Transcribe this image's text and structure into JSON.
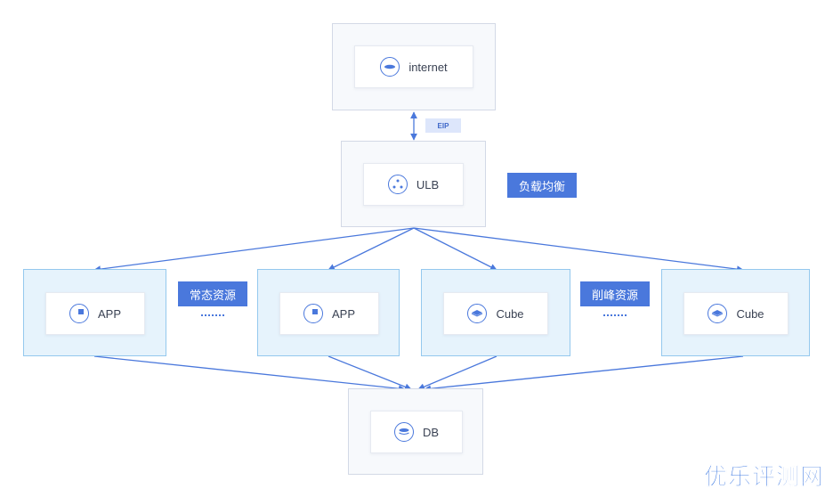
{
  "nodes": {
    "internet": {
      "label": "internet"
    },
    "ulb": {
      "label": "ULB"
    },
    "app1": {
      "label": "APP"
    },
    "app2": {
      "label": "APP"
    },
    "cube1": {
      "label": "Cube"
    },
    "cube2": {
      "label": "Cube"
    },
    "db": {
      "label": "DB"
    }
  },
  "tags": {
    "eip": "EIP",
    "load_balance": "负载均衡",
    "steady_resource": "常态资源",
    "peak_resource": "削峰资源"
  },
  "watermark": "优乐评测网",
  "colors": {
    "accent": "#4a78dc",
    "outer_border": "#d3d9e6",
    "blue_box_fill": "#e6f3fc",
    "blue_box_border": "#94c8ee"
  },
  "icons": {
    "internet": "globe-icon",
    "ulb": "load-balancer-icon",
    "app": "app-square-icon",
    "cube": "cube-icon",
    "db": "database-icon"
  }
}
